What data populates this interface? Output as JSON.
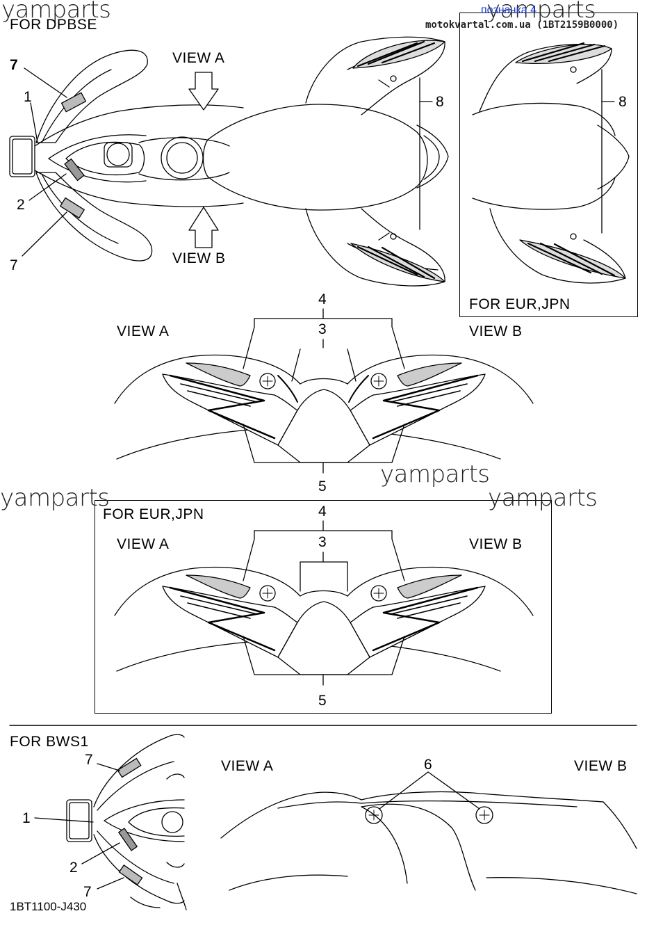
{
  "watermarks": [
    "yamparts",
    "yamparts",
    "yamparts",
    "yamparts",
    "yamparts"
  ],
  "header": {
    "top_label": "FOR DPBSE",
    "site_link": "motokvartal.com.ua (1BT2159B0000)",
    "link_text": "позначка 4"
  },
  "top_section": {
    "view_a": "VIEW A",
    "view_b": "VIEW B",
    "callouts": {
      "n7a": "7",
      "n1": "1",
      "n2": "2",
      "n7b": "7",
      "n8": "8"
    }
  },
  "eur_box_top": {
    "label": "FOR EUR,JPN",
    "n8": "8"
  },
  "section_mid": {
    "view_a": "VIEW A",
    "view_b": "VIEW B",
    "n4": "4",
    "n3": "3",
    "n5": "5"
  },
  "eur_box_mid": {
    "label": "FOR EUR,JPN",
    "view_a": "VIEW A",
    "view_b": "VIEW B",
    "n4": "4",
    "n3": "3",
    "n5": "5"
  },
  "bws_section": {
    "label": "FOR BWS1",
    "view_a": "VIEW A",
    "view_b": "VIEW B",
    "n7a": "7",
    "n1": "1",
    "n2": "2",
    "n7b": "7",
    "n6": "6"
  },
  "footer": {
    "code": "1BT1100-J430"
  }
}
